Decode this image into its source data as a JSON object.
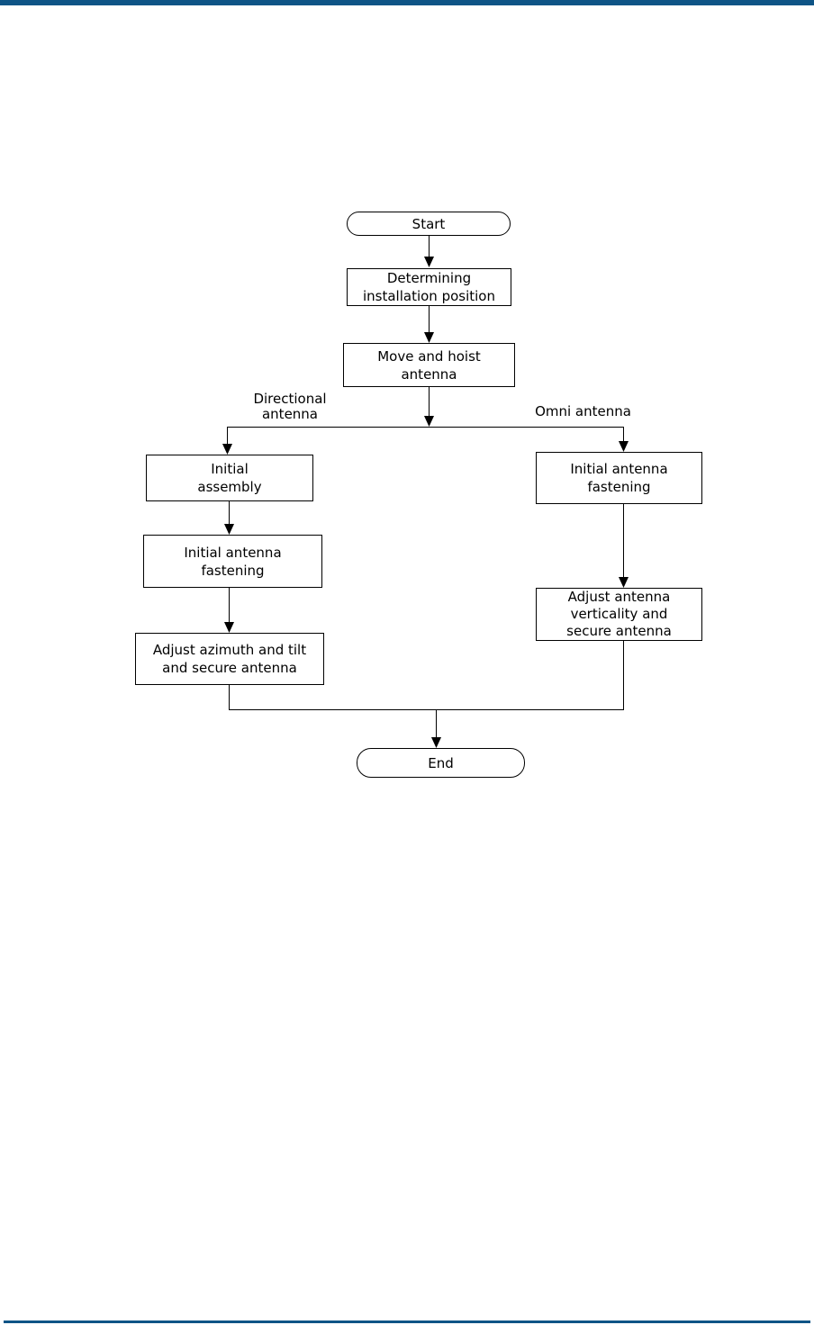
{
  "page": {
    "top_bar_color": "#0E5486",
    "bottom_rule_color": "#0E5486",
    "background_color": "#FFFFFF",
    "line_color": "#000000"
  },
  "flowchart": {
    "nodes": {
      "start": {
        "label": "Start",
        "shape": "terminator"
      },
      "determine": {
        "label": "Determining\ninstallation position",
        "shape": "process"
      },
      "move_hoist": {
        "label": "Move and hoist\nantenna",
        "shape": "process"
      },
      "initial_assembly": {
        "label": "Initial\nassembly",
        "shape": "process"
      },
      "left_fastening": {
        "label": "Initial antenna\nfastening",
        "shape": "process"
      },
      "adjust_azimuth": {
        "label": "Adjust azimuth and tilt\nand secure antenna",
        "shape": "process"
      },
      "right_fastening": {
        "label": "Initial antenna\nfastening",
        "shape": "process"
      },
      "adjust_verticality": {
        "label": "Adjust antenna\nverticality and\nsecure antenna",
        "shape": "process"
      },
      "end": {
        "label": "End",
        "shape": "terminator"
      }
    },
    "branch_labels": {
      "left": "Directional\nantenna",
      "right": "Omni antenna"
    }
  }
}
